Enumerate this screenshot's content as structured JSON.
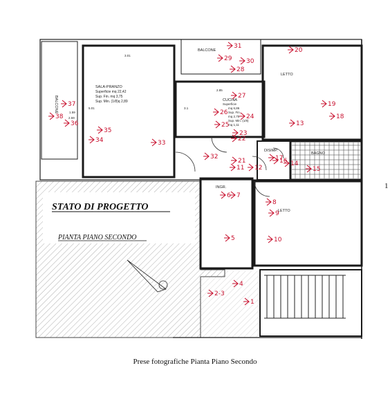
{
  "plan": {
    "heading": "STATO  DI  PROGETTO",
    "subheading": "PIANTA  PIANO  SECONDO",
    "rooms": {
      "balcone_top": "BALCONE",
      "balcone_left": "BALCONE",
      "sala_title": "SALA-PRANZO",
      "sala_l1": "Superficie    mq 22,42",
      "sala_l2": "Sup. Fin.      mq 3,75",
      "sala_l3": "Sup. Min. (1/8)q 2,89",
      "cucina_title": "CUCINA",
      "cucina_l1": "Superficie",
      "cucina_l2": "mq 6,86",
      "cucina_l3": "Sup. Fin.",
      "cucina_l4": "mq 2,75",
      "cucina_l5": "Sup. Min. (1/8)",
      "cucina_l6": "mq 1,11",
      "letto_top": "LETTO",
      "letto_bottom": "LETTO",
      "bagno": "BAGNO",
      "disimp": "DISIMP.",
      "ingr": "INGR.",
      "dim_sala": "3.01",
      "dim_cucina": "2.85",
      "dim_cucina_side": "3.1",
      "dim_bal_1": "1.59",
      "dim_bal_2": "2.59",
      "dim_sala_side": "5.01"
    },
    "photo_points": [
      "1",
      "2-3",
      "4",
      "5",
      "6",
      "7",
      "8",
      "9",
      "10",
      "11",
      "12",
      "13",
      "14",
      "15",
      "16",
      "17",
      "18",
      "19",
      "20",
      "21",
      "22",
      "23",
      "24",
      "25",
      "26",
      "27",
      "28",
      "29",
      "30",
      "31",
      "32",
      "33",
      "34",
      "35",
      "36",
      "37",
      "38"
    ],
    "margin_mark": "1"
  },
  "caption": "Prese fotografiche Pianta Piano Secondo",
  "colors": {
    "annotation": "#c8102e",
    "wall": "#1a1a1a",
    "hatch": "#9a9a9a"
  }
}
